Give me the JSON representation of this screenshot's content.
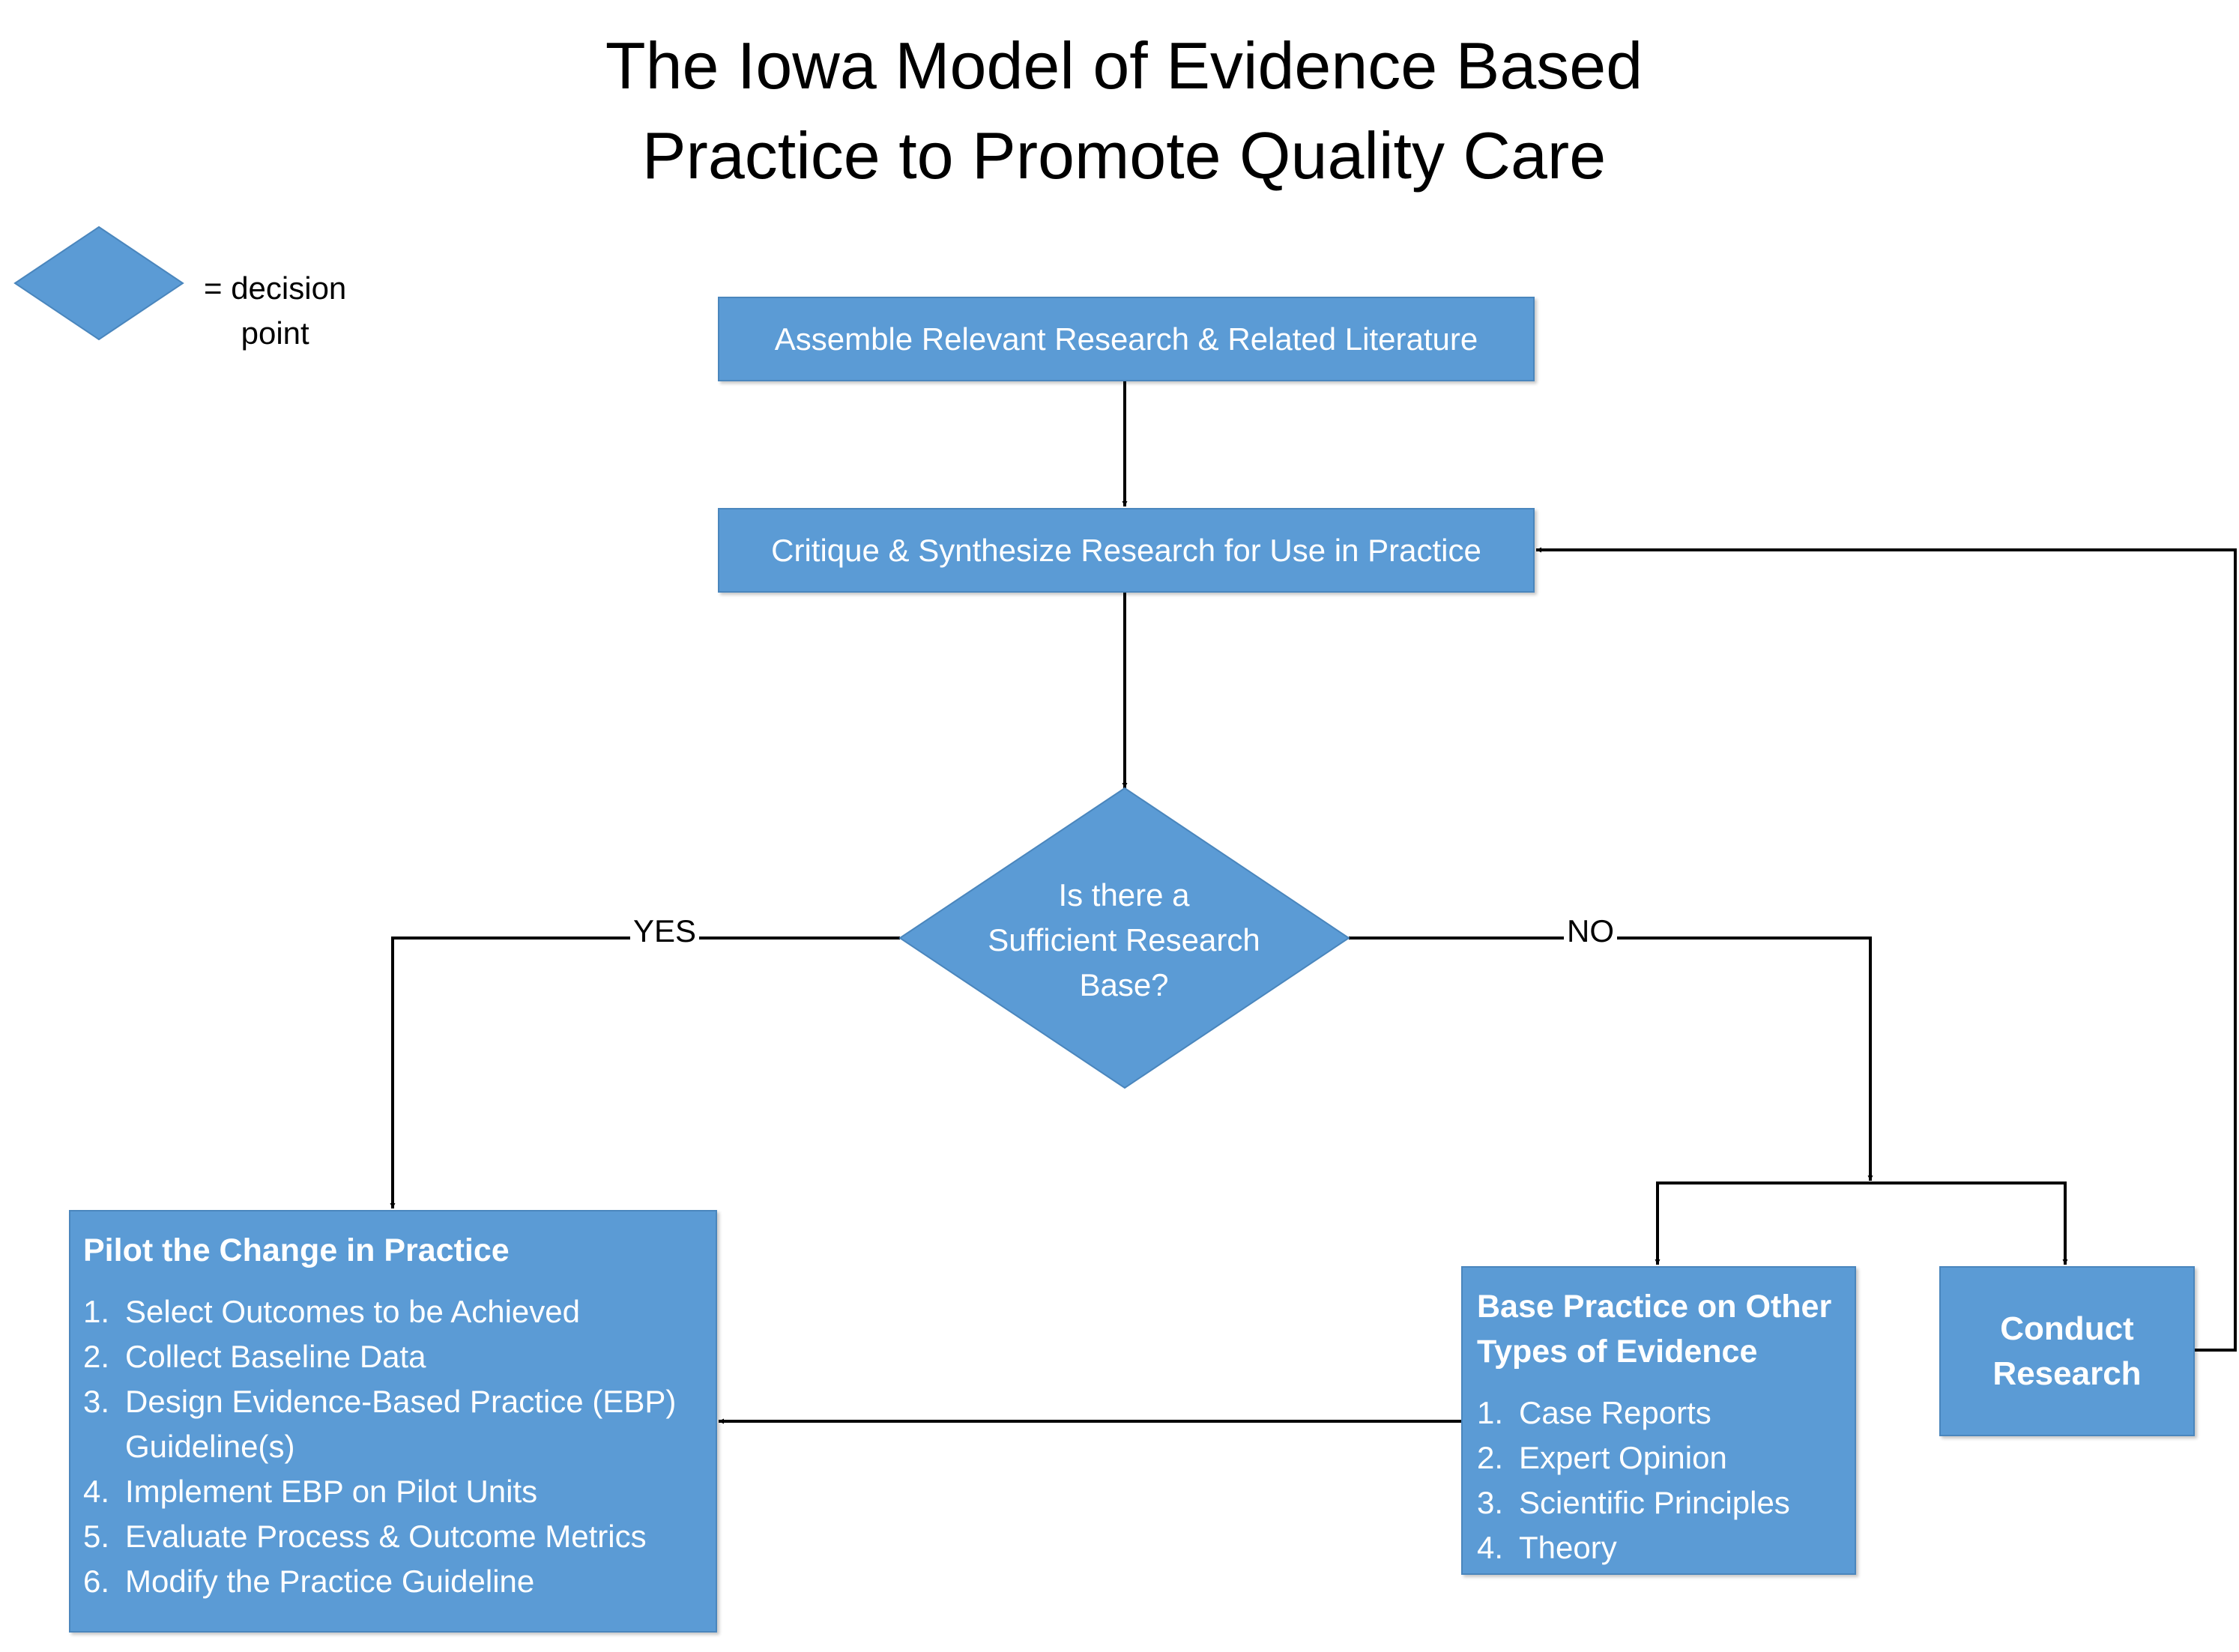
{
  "title": {
    "line1": "The Iowa Model of Evidence Based",
    "line2": "Practice to Promote Quality Care"
  },
  "legend": {
    "line1": "= decision",
    "line2": "point"
  },
  "steps": {
    "assemble": "Assemble Relevant Research & Related Literature",
    "critique": "Critique & Synthesize Research for Use in Practice"
  },
  "decision": {
    "line1": "Is there a",
    "line2": "Sufficient Research",
    "line3": "Base?",
    "yes_label": "YES",
    "no_label": "NO"
  },
  "pilot": {
    "heading": "Pilot the Change in Practice",
    "items": [
      {
        "num": "1.",
        "text": "Select Outcomes to be Achieved"
      },
      {
        "num": "2.",
        "text": "Collect Baseline Data"
      },
      {
        "num": "3.",
        "text": "Design Evidence-Based Practice (EBP) Guideline(s)"
      },
      {
        "num": "4.",
        "text": "Implement EBP on Pilot Units"
      },
      {
        "num": "5.",
        "text": "Evaluate Process & Outcome Metrics"
      },
      {
        "num": "6.",
        "text": "Modify the Practice Guideline"
      }
    ]
  },
  "other_evidence": {
    "heading_line1": "Base Practice on Other",
    "heading_line2": "Types of Evidence",
    "items": [
      {
        "num": "1.",
        "text": "Case Reports"
      },
      {
        "num": "2.",
        "text": "Expert Opinion"
      },
      {
        "num": "3.",
        "text": "Scientific Principles"
      },
      {
        "num": "4.",
        "text": "Theory"
      }
    ]
  },
  "conduct": {
    "line1": "Conduct",
    "line2": "Research"
  },
  "colors": {
    "box_fill": "#5b9bd5",
    "box_border": "#4a86bd",
    "connector": "#000000"
  }
}
